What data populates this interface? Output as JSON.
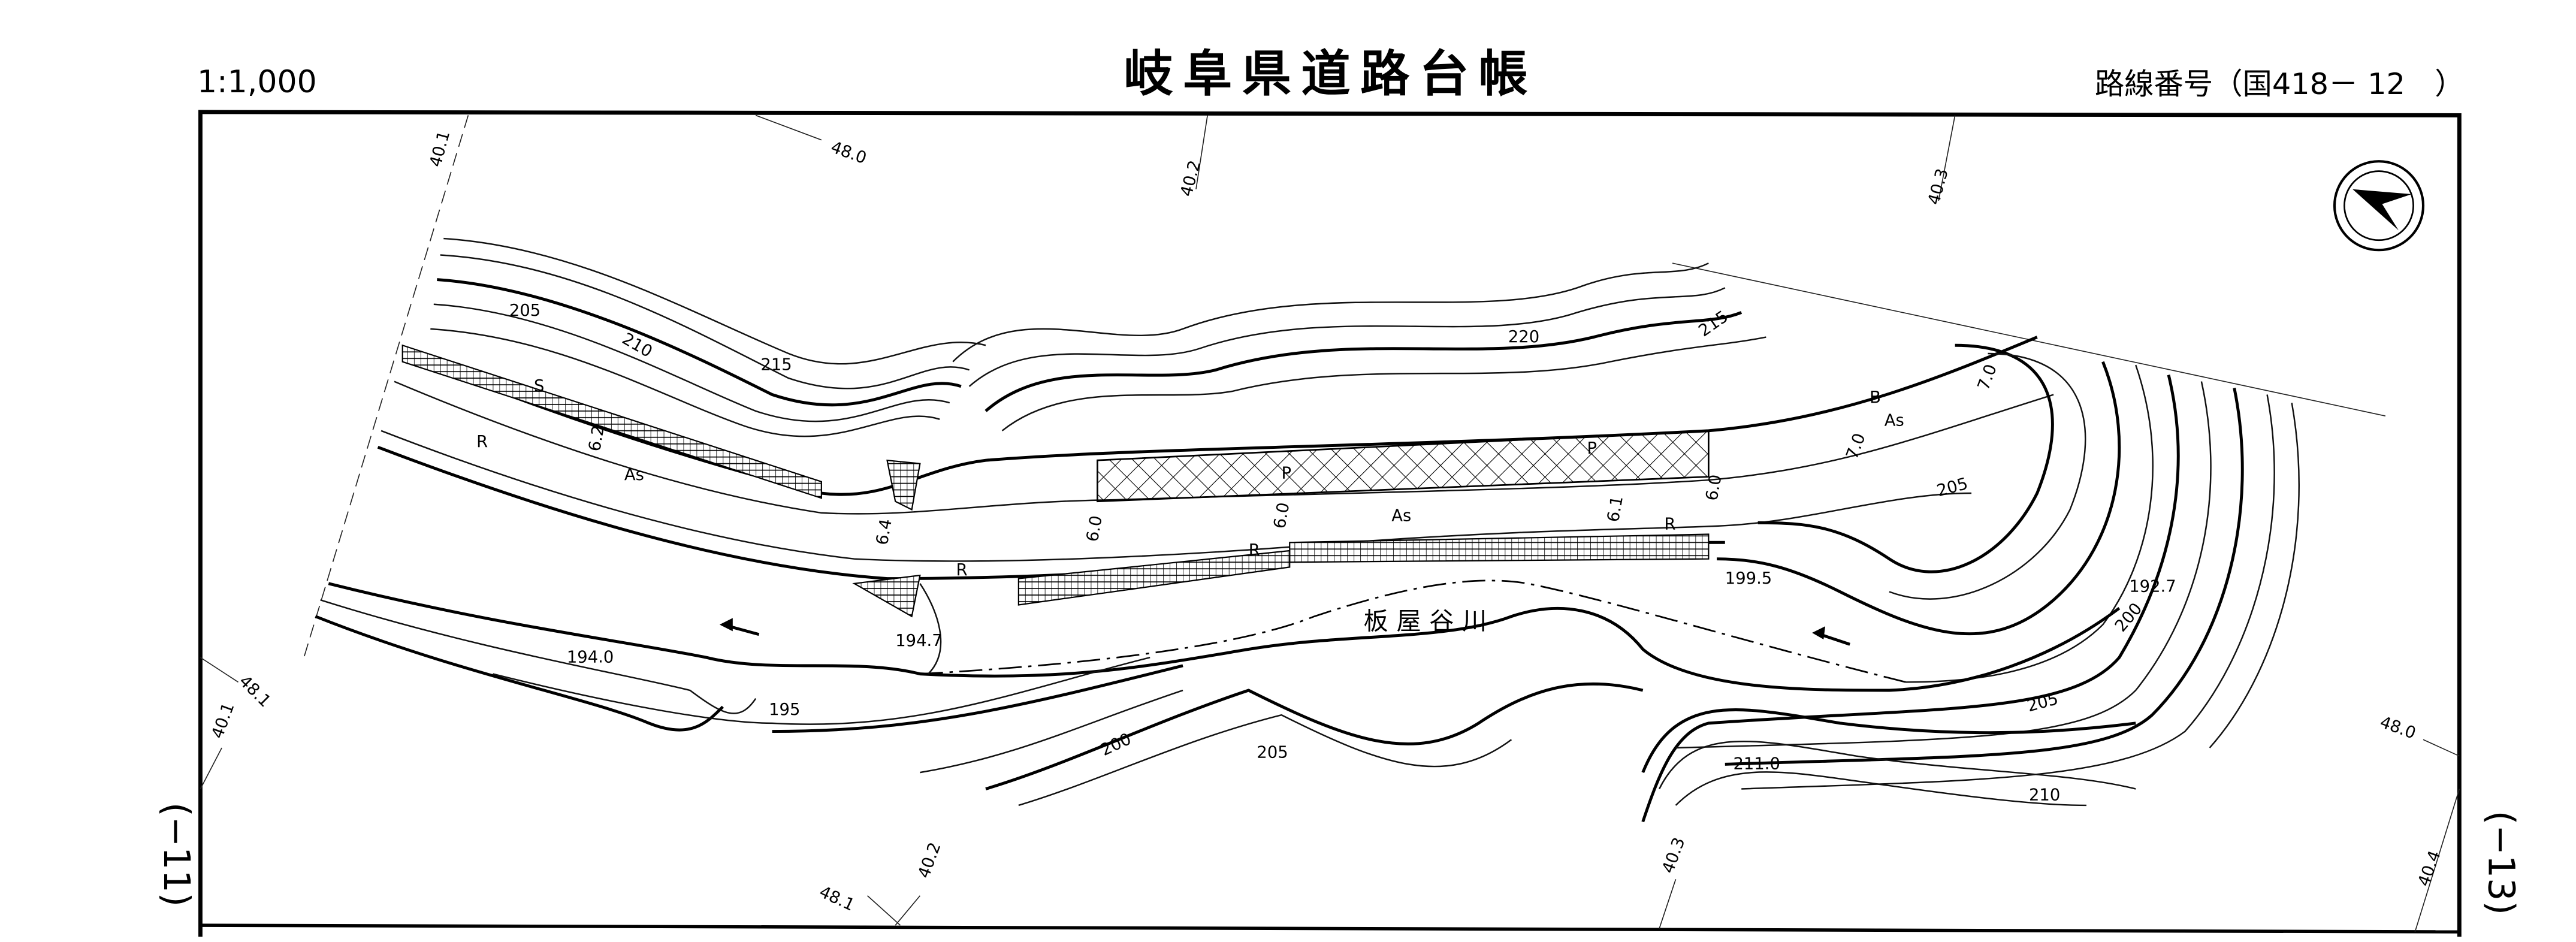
{
  "header": {
    "scale": "1:1,000",
    "title": "岐阜県道路台帳",
    "route_number": "路線番号（国418－ 12　）"
  },
  "side_labels": {
    "left": "(−11)",
    "right": "(−13)"
  },
  "stations": {
    "top": [
      "40.1",
      "48.0",
      "40.2",
      "40.3"
    ],
    "bottom": [
      "48.1",
      "40.1",
      "40.2",
      "48.1",
      "40.3",
      "48.0",
      "40.4"
    ]
  },
  "contour_labels": [
    "205",
    "210",
    "215",
    "220",
    "215",
    "194.0",
    "195",
    "200",
    "205",
    "211.0",
    "210",
    "205",
    "200",
    "192.7",
    "199.5",
    "194.7",
    "205"
  ],
  "road_labels": {
    "surface": [
      "As",
      "As",
      "As"
    ],
    "parking": [
      "P",
      "P"
    ],
    "widths": [
      "6.2",
      "6.4",
      "6.0",
      "6.0",
      "6.1",
      "6.0",
      "7.0",
      "7.0"
    ],
    "markers": [
      "S",
      "B",
      "R",
      "R",
      "R",
      "R"
    ]
  },
  "river_name": "板屋谷川",
  "icons": {
    "north_arrow": "north-arrow-icon"
  }
}
